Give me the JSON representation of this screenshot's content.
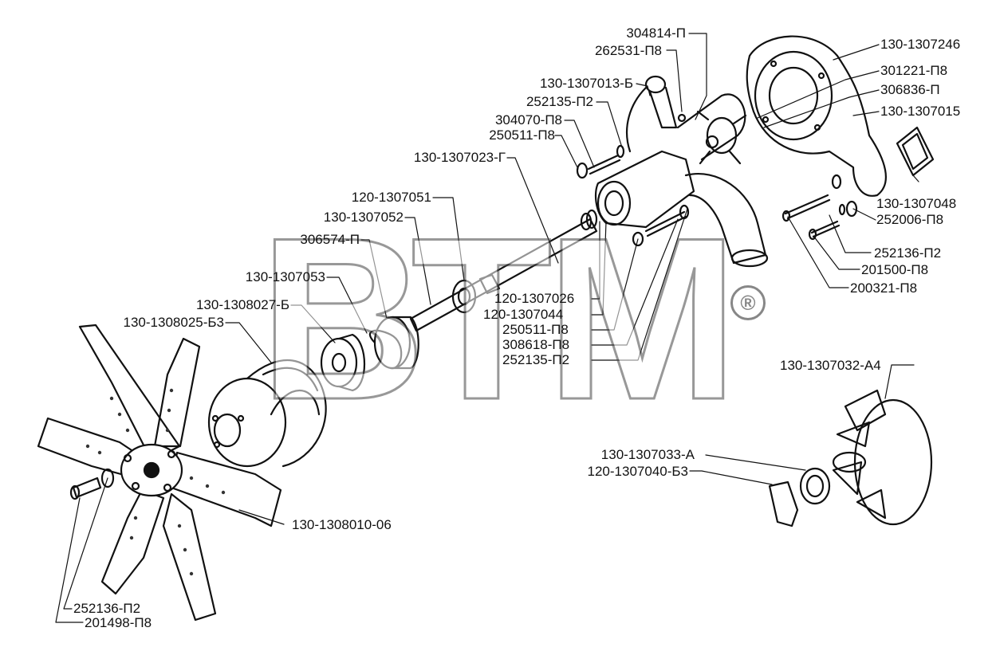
{
  "watermark": {
    "text": "ВТМ",
    "registered": "®"
  },
  "labels": {
    "l01": "304814-П",
    "l02": "262531-П8",
    "l03": "130-1307013-Б",
    "l04": "252135-П2",
    "l05": "304070-П8",
    "l06": "250511-П8",
    "l07": "130-1307023-Г",
    "l08": "120-1307051",
    "l09": "130-1307052",
    "l10": "306574-П",
    "l11": "130-1307053",
    "l12": "130-1308027-Б",
    "l13": "130-1308025-Б3",
    "l14": "120-1307026",
    "l15": "120-1307044",
    "l16": "250511-П8",
    "l17": "308618-П8",
    "l18": "252135-П2",
    "l19": "130-1307246",
    "l20": "301221-П8",
    "l21": "306836-П",
    "l22": "130-1307015",
    "l23": "130-1307048",
    "l24": "252006-П8",
    "l25": "252136-П2",
    "l26": "201500-П8",
    "l27": "200321-П8",
    "l28": "130-1307032-А4",
    "l29": "130-1307033-А",
    "l30": "120-1307040-Б3",
    "l31": "130-1308010-06",
    "l32": "252136-П2",
    "l33": "201498-П8"
  }
}
